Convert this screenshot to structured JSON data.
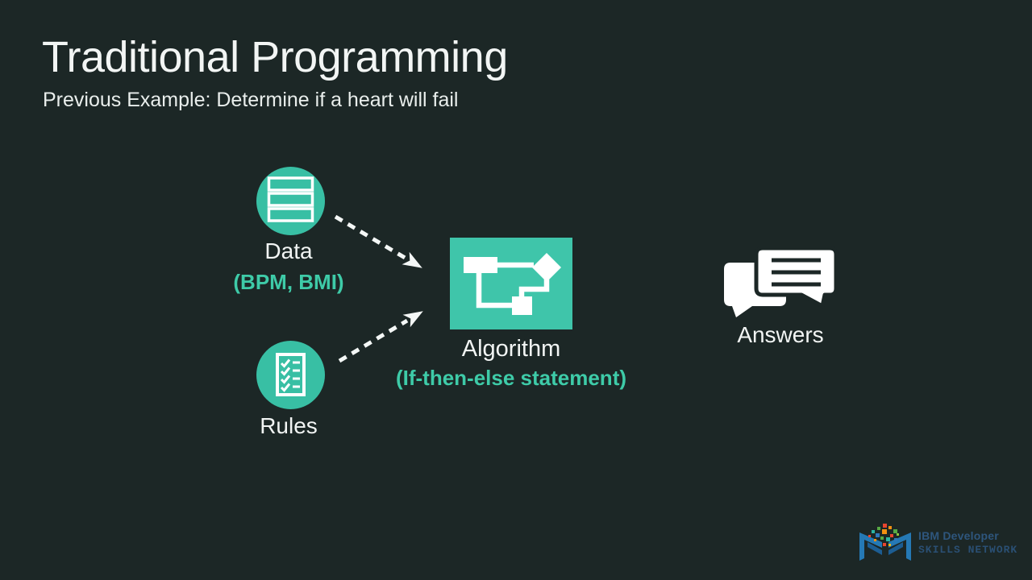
{
  "slide": {
    "title": "Traditional Programming",
    "subtitle": "Previous Example: Determine if a heart will fail"
  },
  "diagram": {
    "data": {
      "label": "Data",
      "sublabel": "(BPM, BMI)"
    },
    "rules": {
      "label": "Rules"
    },
    "algorithm": {
      "label": "Algorithm",
      "sublabel": "(If-then-else statement)"
    },
    "answers": {
      "label": "Answers"
    }
  },
  "branding": {
    "line1": "IBM Developer",
    "line2": "SKILLS NETWORK"
  },
  "colors": {
    "background": "#1c2726",
    "accent_teal": "#38bfa4",
    "algorithm_box_teal": "#3fc5aa",
    "teal_text": "#3ecba8",
    "text_light": "#f2f5f4",
    "arrow_white": "#f4f7f6",
    "brand_book_blue": "#2579b5",
    "brand_text_blue": "#2e567d"
  }
}
